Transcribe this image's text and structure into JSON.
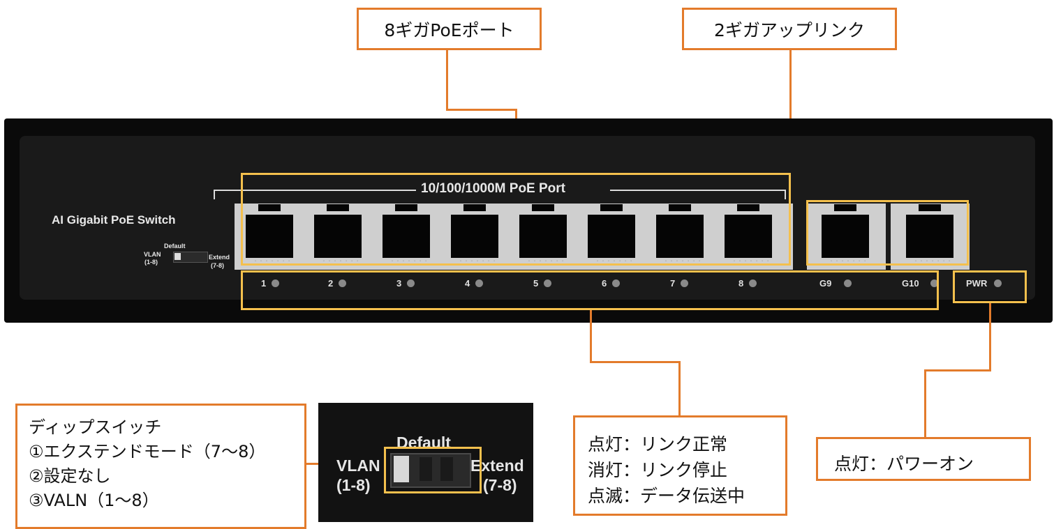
{
  "callouts": {
    "poe_ports_title": "8ギガPoEポート",
    "uplink_title": "2ギガアップリンク",
    "led_lines": [
      "点灯：リンク正常",
      "消灯：リンク停止",
      "点滅：データ伝送中"
    ],
    "pwr_text": "点灯：パワーオン",
    "dip_lines": [
      "ディップスイッチ",
      "①エクステンドモード（7～8）",
      "②設定なし",
      "③VALN（1～8）"
    ]
  },
  "device": {
    "model": "AI Gigabit PoE Switch",
    "port_group_label": "10/100/1000M PoE Port",
    "switch_default": "Default",
    "switch_left": "VLAN",
    "switch_left_range": "(1-8)",
    "switch_right": "Extend",
    "switch_right_range": "(7-8)",
    "port_numbers": [
      "1",
      "2",
      "3",
      "4",
      "5",
      "6",
      "7",
      "8",
      "G9",
      "G10"
    ],
    "pwr_label": "PWR"
  },
  "colors": {
    "callout_border": "#e37b2b",
    "highlight": "#f4c04d",
    "device_body": "#0a0a0a"
  }
}
